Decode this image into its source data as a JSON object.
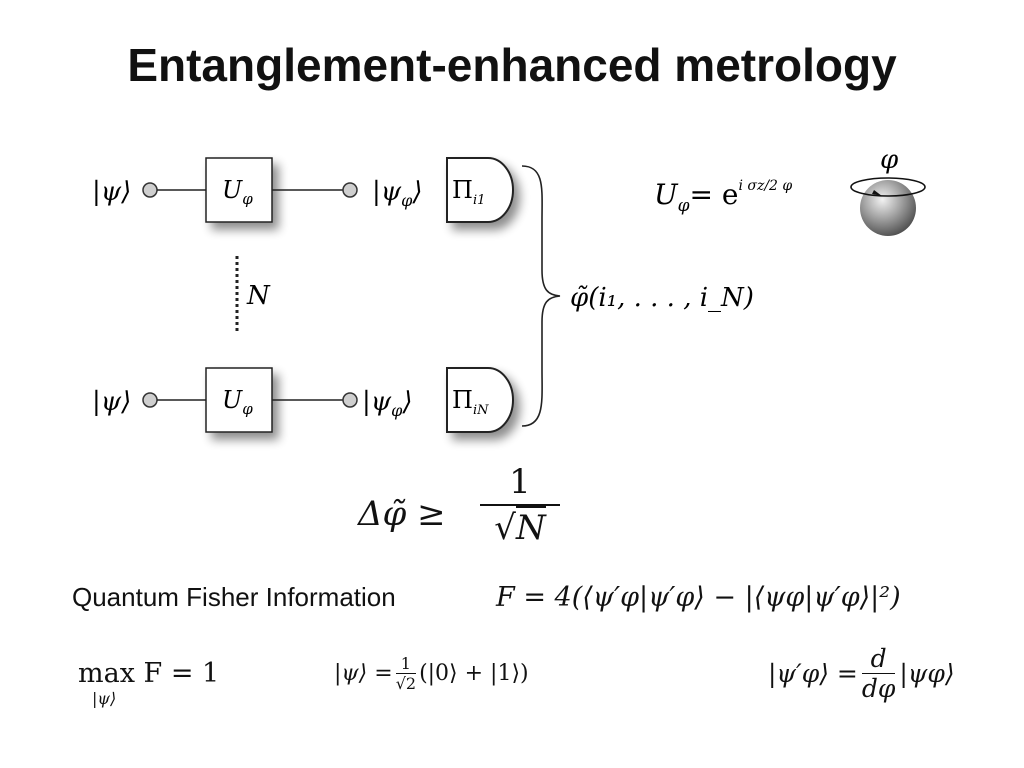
{
  "slide": {
    "title": "Entanglement-enhanced metrology"
  },
  "circuit": {
    "input_state": "|ψ⟩",
    "gate_label": "U",
    "gate_sub": "φ",
    "output_state": "|ψ",
    "output_state_sub": "φ",
    "output_state_close": "⟩",
    "measure_label": "Π",
    "measure_sub_top": "i1",
    "measure_sub_bottom": "iN",
    "count_label": "N",
    "estimator": "φ̃(i₁, . . . , i_N)"
  },
  "unitary": {
    "lhs": "U",
    "lhs_sub": "φ",
    "rhs": "= e",
    "exponent": "i σz/2 φ",
    "sphere_label": "φ"
  },
  "bound": {
    "lhs": "Δφ̃ ≥",
    "numerator": "1",
    "denominator": "N"
  },
  "qfi": {
    "label": "Quantum Fisher Information",
    "formula": "F = 4(⟨ψ′φ|ψ′φ⟩ − |⟨ψφ|ψ′φ⟩|²)"
  },
  "bottom": {
    "max_eq": "max F = 1",
    "max_sub": "|ψ⟩",
    "state_eq_lhs": "|ψ⟩ =",
    "state_eq_frac_num": "1",
    "state_eq_frac_den": "√2",
    "state_eq_rhs": "(|0⟩ + |1⟩)",
    "deriv_lhs": "|ψ′φ⟩ =",
    "deriv_num": "d",
    "deriv_den": "dφ",
    "deriv_rhs": "|ψφ⟩"
  }
}
